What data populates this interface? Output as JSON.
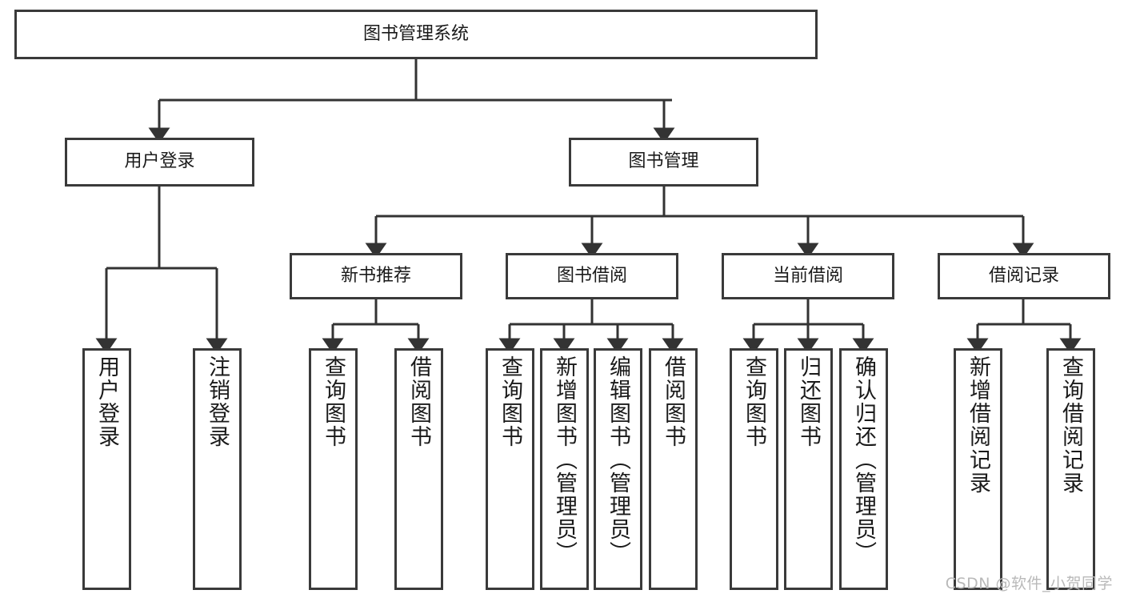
{
  "diagram": {
    "title": "图书管理系统",
    "type": "tree-hierarchy-chart",
    "colors": {
      "box_border": "#3a3a3a",
      "box_fill": "#ffffff",
      "connector": "#333333",
      "text": "#1a1a1a",
      "watermark": "#b9b9b9"
    },
    "root": {
      "label": "图书管理系统"
    },
    "level1": [
      {
        "label": "用户登录"
      },
      {
        "label": "图书管理"
      }
    ],
    "level2": [
      {
        "label": "新书推荐"
      },
      {
        "label": "图书借阅"
      },
      {
        "label": "当前借阅"
      },
      {
        "label": "借阅记录"
      }
    ],
    "leaves": {
      "user_login": [
        {
          "label": "用户登录"
        },
        {
          "label": "注销登录"
        }
      ],
      "new_book_recommend": [
        {
          "label": "查询图书"
        },
        {
          "label": "借阅图书"
        }
      ],
      "book_borrow": [
        {
          "label": "查询图书"
        },
        {
          "label": "新增图书（管理员）"
        },
        {
          "label": "编辑图书（管理员）"
        },
        {
          "label": "借阅图书"
        }
      ],
      "current_borrow": [
        {
          "label": "查询图书"
        },
        {
          "label": "归还图书"
        },
        {
          "label": "确认归还（管理员）"
        }
      ],
      "borrow_record": [
        {
          "label": "新增借阅记录"
        },
        {
          "label": "查询借阅记录"
        }
      ]
    },
    "watermark": "CSDN @软件_小贺同学"
  }
}
